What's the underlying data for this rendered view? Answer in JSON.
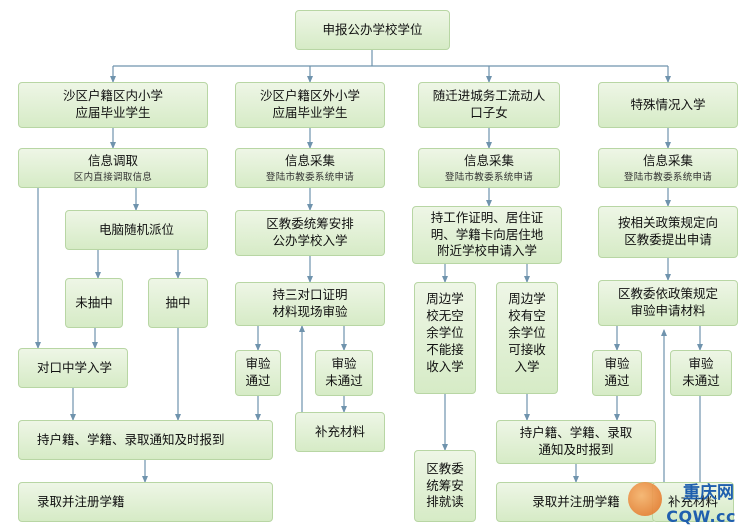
{
  "nodes": {
    "root": "申报公办学校学位",
    "c1_header": [
      "沙区户籍区内小学",
      "应届毕业学生"
    ],
    "c2_header": [
      "沙区户籍区外小学",
      "应届毕业学生"
    ],
    "c3_header": [
      "随迁进城务工流动人",
      "口子女"
    ],
    "c4_header": "特殊情况入学",
    "c1_info": "信息调取",
    "c1_info_sub": "区内直接调取信息",
    "c2_info": "信息采集",
    "c2_info_sub": "登陆市教委系统申请",
    "c3_info": "信息采集",
    "c3_info_sub": "登陆市教委系统申请",
    "c4_info": "信息采集",
    "c4_info_sub": "登陆市教委系统申请",
    "computer_lottery": "电脑随机派位",
    "not_drawn": "未抽中",
    "drawn": "抽中",
    "c2_arrange": [
      "区教委统筹安排",
      "公办学校入学"
    ],
    "c3_apply": [
      "持工作证明、居住证",
      "明、学籍卡向居住地",
      "附近学校申请入学"
    ],
    "c4_apply": [
      "按相关政策规定向",
      "区教委提出申请"
    ],
    "c2_review": [
      "持三对口证明",
      "材料现场审验"
    ],
    "c3_no_seats": [
      "周边学",
      "校无空",
      "余学位",
      "不能接",
      "收入学"
    ],
    "c3_has_seats": [
      "周边学",
      "校有空",
      "余学位",
      "可接收",
      "入学"
    ],
    "c4_review": [
      "区教委依政策规定",
      "审验申请材料"
    ],
    "pass_c2": [
      "审验",
      "通过"
    ],
    "fail_c2": [
      "审验",
      "未通过"
    ],
    "pass_c4": [
      "审验",
      "通过"
    ],
    "fail_c4": [
      "审验",
      "未通过"
    ],
    "counterpart": "对口中学入学",
    "report_left": "持户籍、学籍、录取通知及时报到",
    "supplement_c2": "补充材料",
    "report_right": [
      "持户籍、学籍、录取",
      "通知及时报到"
    ],
    "district_arrange": [
      "区教委",
      "统筹安",
      "排就读"
    ],
    "register_left": "录取并注册学籍",
    "register_right": "录取并注册学籍",
    "supplement_c4": "补充材料"
  },
  "watermark": {
    "line1": "重庆网",
    "line2": "CQW.cc"
  },
  "colors": {
    "box_top": "#eef6e6",
    "box_bottom": "#d6ebc6",
    "box_border": "#b8d6a4",
    "line": "#6f93ad",
    "watermark": "#1f5fae"
  }
}
